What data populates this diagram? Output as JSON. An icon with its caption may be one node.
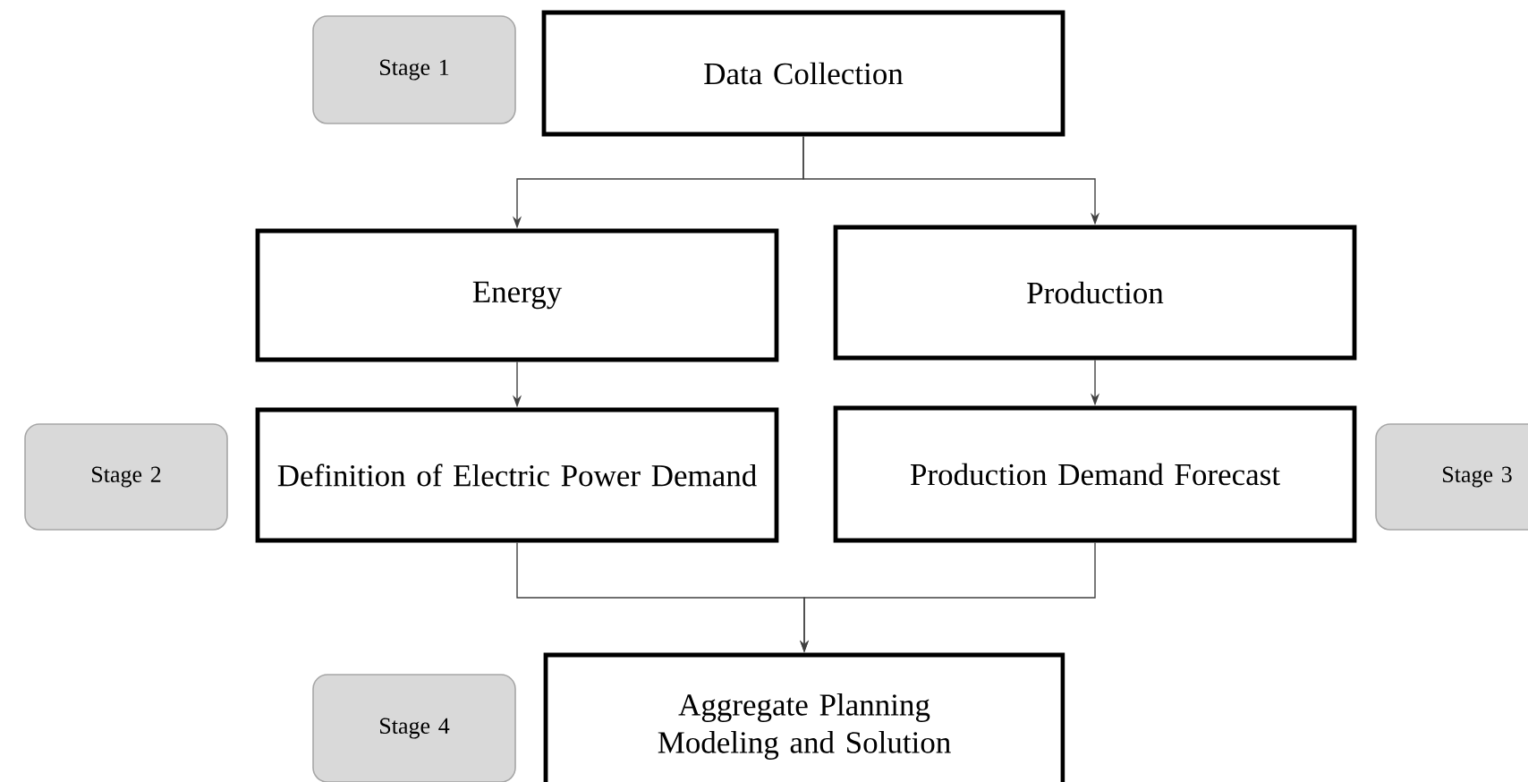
{
  "diagram": {
    "nodes": [
      {
        "text": [
          "Stage 1"
        ]
      },
      {
        "text": [
          "Data Collection"
        ]
      },
      {
        "text": [
          "Energy"
        ]
      },
      {
        "text": [
          "Production"
        ]
      },
      {
        "text": [
          "Stage 2"
        ]
      },
      {
        "text": [
          "Definition of Electric Power Demand"
        ]
      },
      {
        "text": [
          "Production Demand Forecast"
        ]
      },
      {
        "text": [
          "Stage 3"
        ]
      },
      {
        "text": [
          "Stage 4"
        ]
      },
      {
        "text": [
          "Aggregate Planning Modeling and Solution"
        ]
      }
    ],
    "edges": [
      {
        "from": 1,
        "to": 2,
        "arrow": "to"
      },
      {
        "from": 1,
        "to": 3,
        "arrow": "to"
      },
      {
        "from": 2,
        "to": 5,
        "arrow": "to"
      },
      {
        "from": 3,
        "to": 6,
        "arrow": "to"
      },
      {
        "from": 5,
        "to": 9,
        "arrow": "to"
      },
      {
        "from": 6,
        "to": 9,
        "arrow": "to"
      }
    ]
  }
}
